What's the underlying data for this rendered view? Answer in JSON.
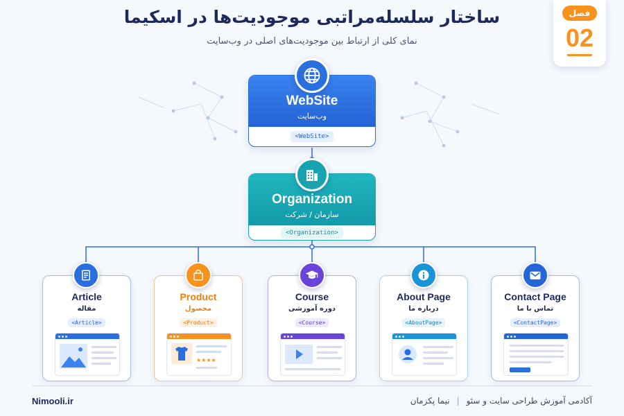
{
  "header": {
    "title": "ساختار سلسله‌مراتبی موجودیت‌ها در اسکیما",
    "subtitle": "نمای کلی از ارتباط بین موجودیت‌های اصلی در وب‌سایت"
  },
  "chapter": {
    "label": "فصل",
    "number": "02"
  },
  "root": {
    "title": "WebSite",
    "subtitle": "وب‌سایت",
    "tag": "<WebSite>",
    "icon": "globe-icon",
    "color": "#2a6fe0"
  },
  "org": {
    "title": "Organization",
    "subtitle": "سازمان / شرکت",
    "tag": "<Organization>",
    "icon": "building-icon",
    "color": "#17a3b0"
  },
  "children": [
    {
      "title": "Article",
      "subtitle": "مقاله",
      "tag": "<Article>",
      "icon": "document-icon",
      "color": "#2a6fe0"
    },
    {
      "title": "Product",
      "subtitle": "محصول",
      "tag": "<Product>",
      "icon": "shopping-bag-icon",
      "color": "#f7921e"
    },
    {
      "title": "Course",
      "subtitle": "دوره آموزشی",
      "tag": "<Course>",
      "icon": "graduation-cap-icon",
      "color": "#6a44d8"
    },
    {
      "title": "About Page",
      "subtitle": "درباره ما",
      "tag": "<AboutPage>",
      "icon": "info-icon",
      "color": "#1a94d6"
    },
    {
      "title": "Contact Page",
      "subtitle": "تماس با ما",
      "tag": "<ContactPage>",
      "icon": "envelope-icon",
      "color": "#2466d8"
    }
  ],
  "footer": {
    "brand": "Nimooli.ir",
    "academy": "آکادمی آموزش طراحی سایت و سئو",
    "separator": "|",
    "author": "نیما پکزمان"
  }
}
